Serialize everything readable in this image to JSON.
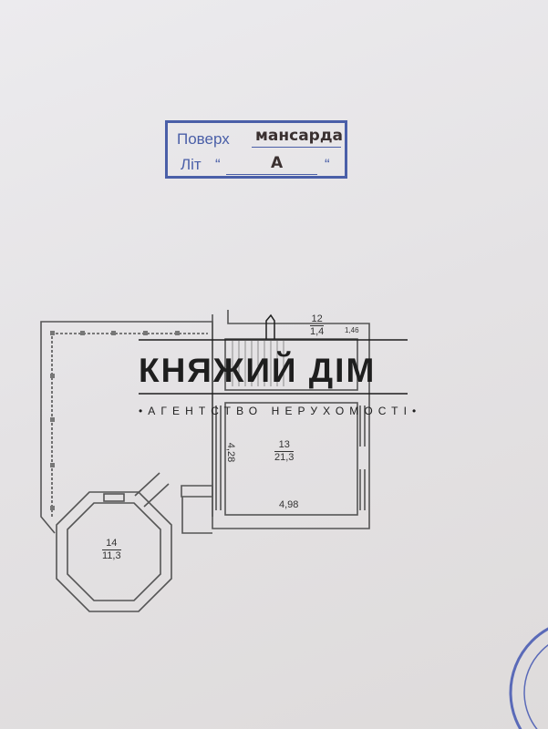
{
  "stamp": {
    "floor_label": "Поверх",
    "floor_value": "мансарда",
    "letter_label": "Літ",
    "letter_open": "“",
    "letter_value": "А",
    "letter_close": "“"
  },
  "watermark": {
    "title": "КНЯЖИЙ ДІМ",
    "subtitle": "•АГЕНТСТВО НЕРУХОМОСТІ•"
  },
  "plan": {
    "rooms": [
      {
        "number": "12",
        "area": "1,4"
      },
      {
        "number": "13",
        "area": "21,3"
      },
      {
        "number": "14",
        "area": "11,3"
      }
    ],
    "dimensions": {
      "height": "4,28",
      "width": "4,98",
      "small": "1,46"
    }
  },
  "colors": {
    "stamp": "#4a5fa8",
    "ink": "#333333"
  }
}
